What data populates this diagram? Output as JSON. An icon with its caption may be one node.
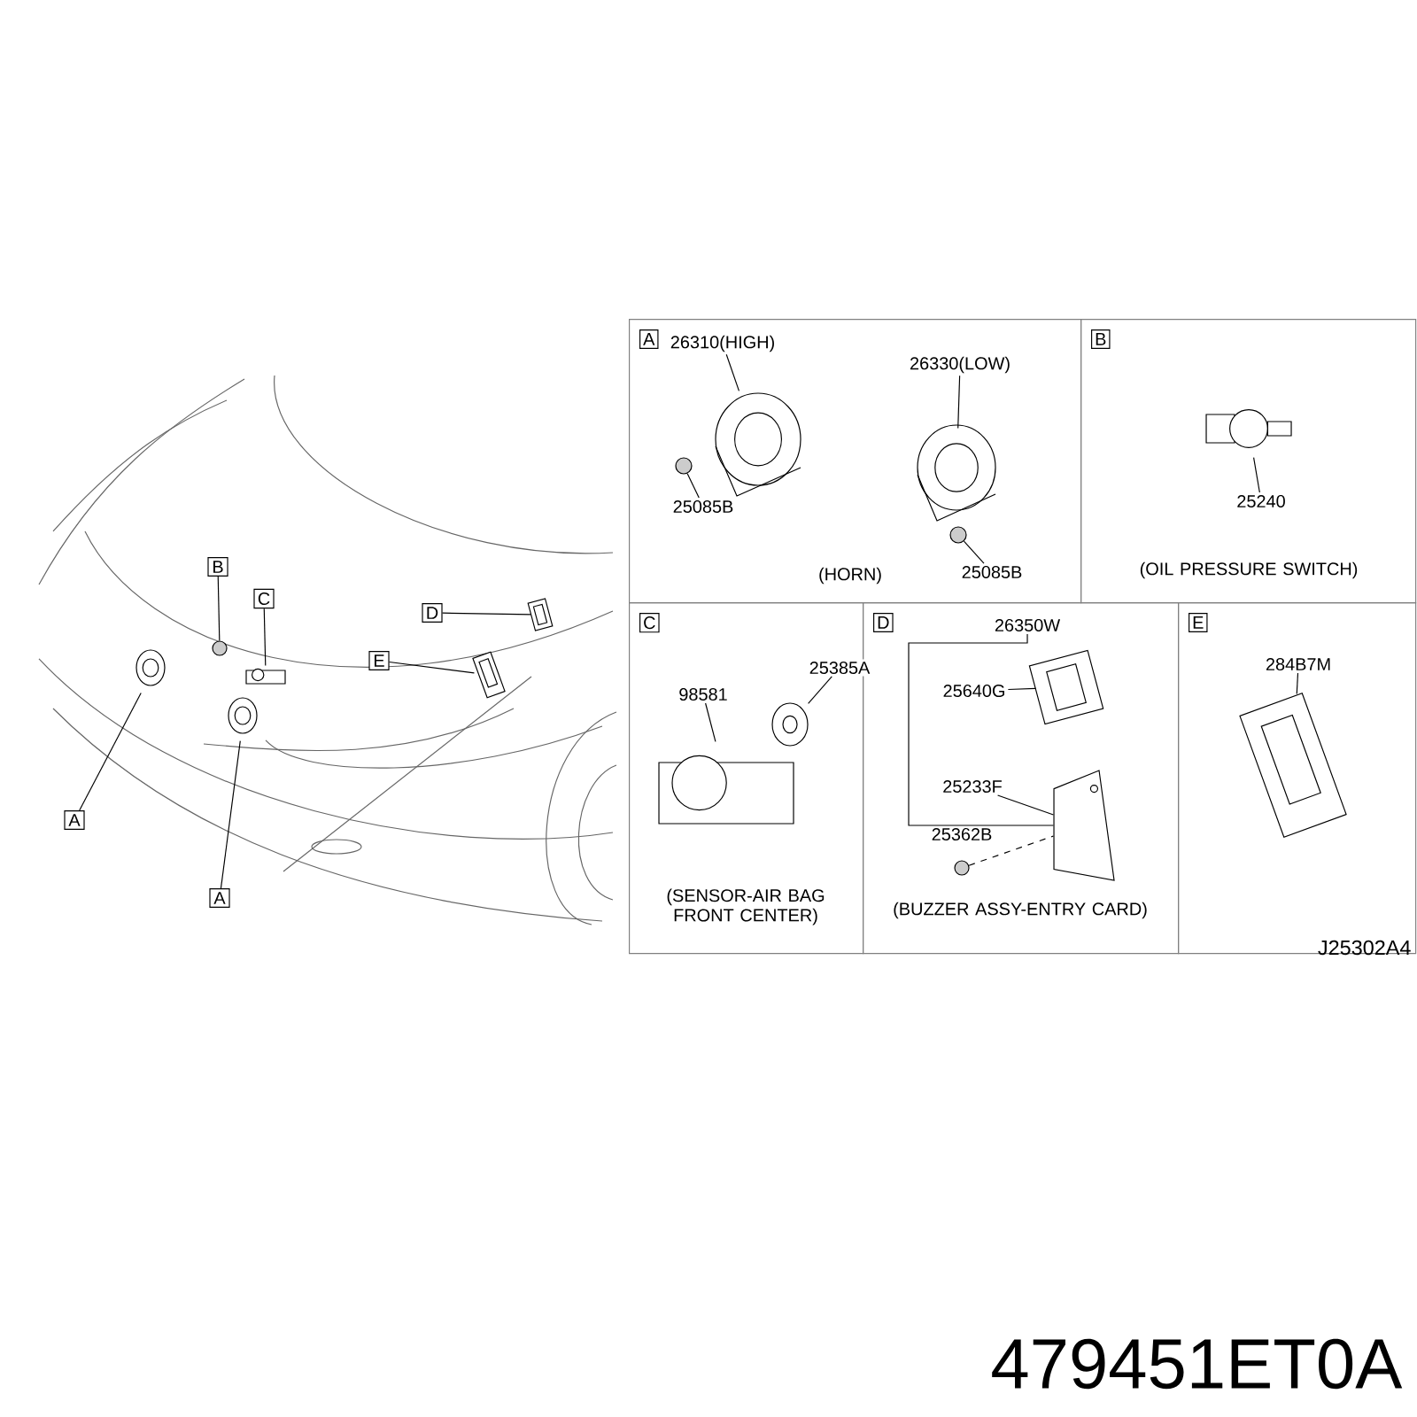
{
  "diagram": {
    "nodes": [
      {
        "text": [
          "B"
        ]
      },
      {
        "text": [
          "C"
        ]
      },
      {
        "text": [
          "D"
        ]
      },
      {
        "text": [
          "E"
        ]
      },
      {
        "text": [
          "A"
        ]
      },
      {
        "text": [
          "A"
        ]
      },
      {
        "text": [],
        "shape": "circle"
      },
      {
        "text": [],
        "shape": "picture"
      },
      {
        "text": [],
        "shape": "picture"
      },
      {
        "text": [],
        "shape": "picture"
      },
      {
        "text": [],
        "shape": "picture"
      },
      {
        "text": [],
        "shape": "picture"
      },
      {
        "text": [
          "A",
          "(HORN)"
        ]
      },
      {
        "text": [
          "B",
          "(OIL PRESSURE SWITCH)"
        ]
      },
      {
        "text": [
          "C",
          "(SENSOR-AIR BAG FRONT CENTER)"
        ]
      },
      {
        "text": [
          "D",
          "(BUZZER ASSY-ENTRY CARD)"
        ]
      },
      {
        "text": [
          "E"
        ]
      },
      {
        "text": [
          "26310(HIGH)"
        ],
        "in": 12
      },
      {
        "text": [],
        "shape": "picture",
        "in": 12
      },
      {
        "text": [
          "25085B"
        ],
        "in": 12
      },
      {
        "text": [],
        "shape": "circle",
        "in": 12
      },
      {
        "text": [
          "26330(LOW)"
        ],
        "in": 12
      },
      {
        "text": [],
        "shape": "picture",
        "in": 12
      },
      {
        "text": [
          "25085B"
        ],
        "in": 12
      },
      {
        "text": [],
        "shape": "circle",
        "in": 12
      },
      {
        "text": [
          "25240"
        ],
        "in": 13
      },
      {
        "text": [],
        "shape": "picture",
        "in": 13
      },
      {
        "text": [
          "25385A"
        ],
        "in": 14
      },
      {
        "text": [],
        "shape": "picture",
        "in": 14
      },
      {
        "text": [
          "98581"
        ],
        "in": 14
      },
      {
        "text": [],
        "shape": "picture",
        "in": 14
      },
      {
        "text": [
          "26350W"
        ],
        "in": 15
      },
      {
        "text": [
          "25640G"
        ],
        "in": 15
      },
      {
        "text": [],
        "shape": "picture",
        "in": 15
      },
      {
        "text": [
          "25233F"
        ],
        "in": 15
      },
      {
        "text": [],
        "shape": "picture",
        "in": 15
      },
      {
        "text": [
          "25362B"
        ],
        "in": 15
      },
      {
        "text": [],
        "shape": "circle",
        "in": 15
      },
      {
        "text": [
          "284B7M"
        ],
        "in": 16
      },
      {
        "text": [],
        "shape": "picture",
        "in": 16
      }
    ],
    "edges": [
      {
        "from": 0,
        "to": 6,
        "arrow": "none"
      },
      {
        "from": 1,
        "to": 7,
        "arrow": "none"
      },
      {
        "from": 2,
        "to": 8,
        "arrow": "none"
      },
      {
        "from": 3,
        "to": 9,
        "arrow": "none"
      },
      {
        "from": 4,
        "to": 10,
        "arrow": "none"
      },
      {
        "from": 5,
        "to": 11,
        "arrow": "none"
      },
      {
        "from": 17,
        "to": 18,
        "arrow": "none"
      },
      {
        "from": 19,
        "to": 20,
        "arrow": "none"
      },
      {
        "from": 21,
        "to": 22,
        "arrow": "none"
      },
      {
        "from": 23,
        "to": 24,
        "arrow": "none"
      },
      {
        "from": 25,
        "to": 26,
        "arrow": "none"
      },
      {
        "from": 27,
        "to": 28,
        "arrow": "none"
      },
      {
        "from": 29,
        "to": 30,
        "arrow": "none"
      },
      {
        "from": 31,
        "to": 35,
        "arrow": "none"
      },
      {
        "from": 32,
        "to": 33,
        "arrow": "none"
      },
      {
        "from": 34,
        "to": 35,
        "arrow": "none"
      },
      {
        "from": 37,
        "to": 35,
        "arrow": "none",
        "style": "dashed"
      },
      {
        "from": 38,
        "to": 39,
        "arrow": "none"
      }
    ],
    "labels": [
      "J25302A4",
      "479451ET0A"
    ]
  }
}
